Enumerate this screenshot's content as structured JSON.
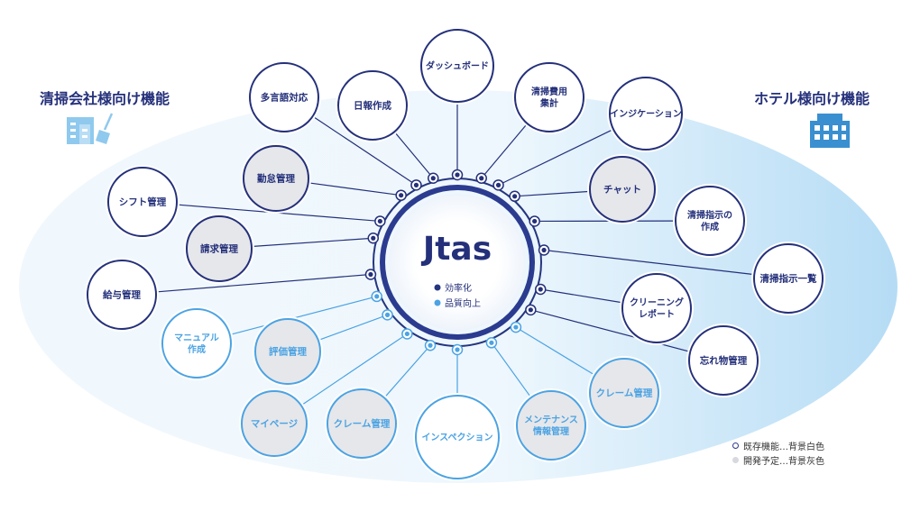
{
  "center": {
    "title": "Jtas",
    "legend": [
      {
        "label": "効率化",
        "color": "#25357f"
      },
      {
        "label": "品質向上",
        "color": "#4ba3e3"
      }
    ]
  },
  "left_group": {
    "title": "清掃会社様向け機能",
    "icon": "building-with-broom-icon"
  },
  "right_group": {
    "title": "ホテル様向け機能",
    "icon": "hotel-building-icon"
  },
  "colors": {
    "navy": "#24307a",
    "light_blue": "#4ba3e3",
    "planned_fill": "#e6e7ea",
    "existing_fill": "#ffffff"
  },
  "features": [
    {
      "id": "multilang",
      "label": "多言語対応",
      "style": "navy",
      "status": "existing"
    },
    {
      "id": "daily-report",
      "label": "日報作成",
      "style": "navy",
      "status": "existing"
    },
    {
      "id": "dashboard",
      "label": "ダッシュボード",
      "style": "navy",
      "status": "existing"
    },
    {
      "id": "cleaning-cost",
      "label": "清掃費用\n集計",
      "style": "navy",
      "status": "existing"
    },
    {
      "id": "inspection-navy",
      "label": "インジケーション",
      "style": "navy",
      "status": "existing"
    },
    {
      "id": "attendance",
      "label": "勤怠管理",
      "style": "navy",
      "status": "planned"
    },
    {
      "id": "chat",
      "label": "チャット",
      "style": "navy",
      "status": "planned"
    },
    {
      "id": "shift",
      "label": "シフト管理",
      "style": "navy",
      "status": "existing"
    },
    {
      "id": "cleaning-instruction",
      "label": "清掃指示の\n作成",
      "style": "navy",
      "status": "existing"
    },
    {
      "id": "billing",
      "label": "請求管理",
      "style": "navy",
      "status": "planned"
    },
    {
      "id": "instruction-list",
      "label": "清掃指示一覧",
      "style": "navy",
      "status": "existing"
    },
    {
      "id": "payroll",
      "label": "給与管理",
      "style": "navy",
      "status": "existing"
    },
    {
      "id": "cleaning-report",
      "label": "クリーニング\nレポート",
      "style": "navy",
      "status": "existing"
    },
    {
      "id": "manual",
      "label": "マニュアル\n作成",
      "style": "light",
      "status": "existing"
    },
    {
      "id": "evaluation",
      "label": "評価管理",
      "style": "light",
      "status": "planned"
    },
    {
      "id": "lost-items",
      "label": "忘れ物管理",
      "style": "navy",
      "status": "existing"
    },
    {
      "id": "mypage",
      "label": "マイページ",
      "style": "light",
      "status": "planned"
    },
    {
      "id": "claim-left",
      "label": "クレーム管理",
      "style": "light",
      "status": "planned"
    },
    {
      "id": "inspection",
      "label": "インスペクション",
      "style": "light",
      "status": "existing"
    },
    {
      "id": "maintenance",
      "label": "メンテナンス\n情報管理",
      "style": "light",
      "status": "planned"
    },
    {
      "id": "claim-right",
      "label": "クレーム管理",
      "style": "light",
      "status": "planned"
    }
  ],
  "legend": [
    {
      "label": "既存機能…背景白色",
      "status": "existing"
    },
    {
      "label": "開発予定…背景灰色",
      "status": "planned"
    }
  ]
}
